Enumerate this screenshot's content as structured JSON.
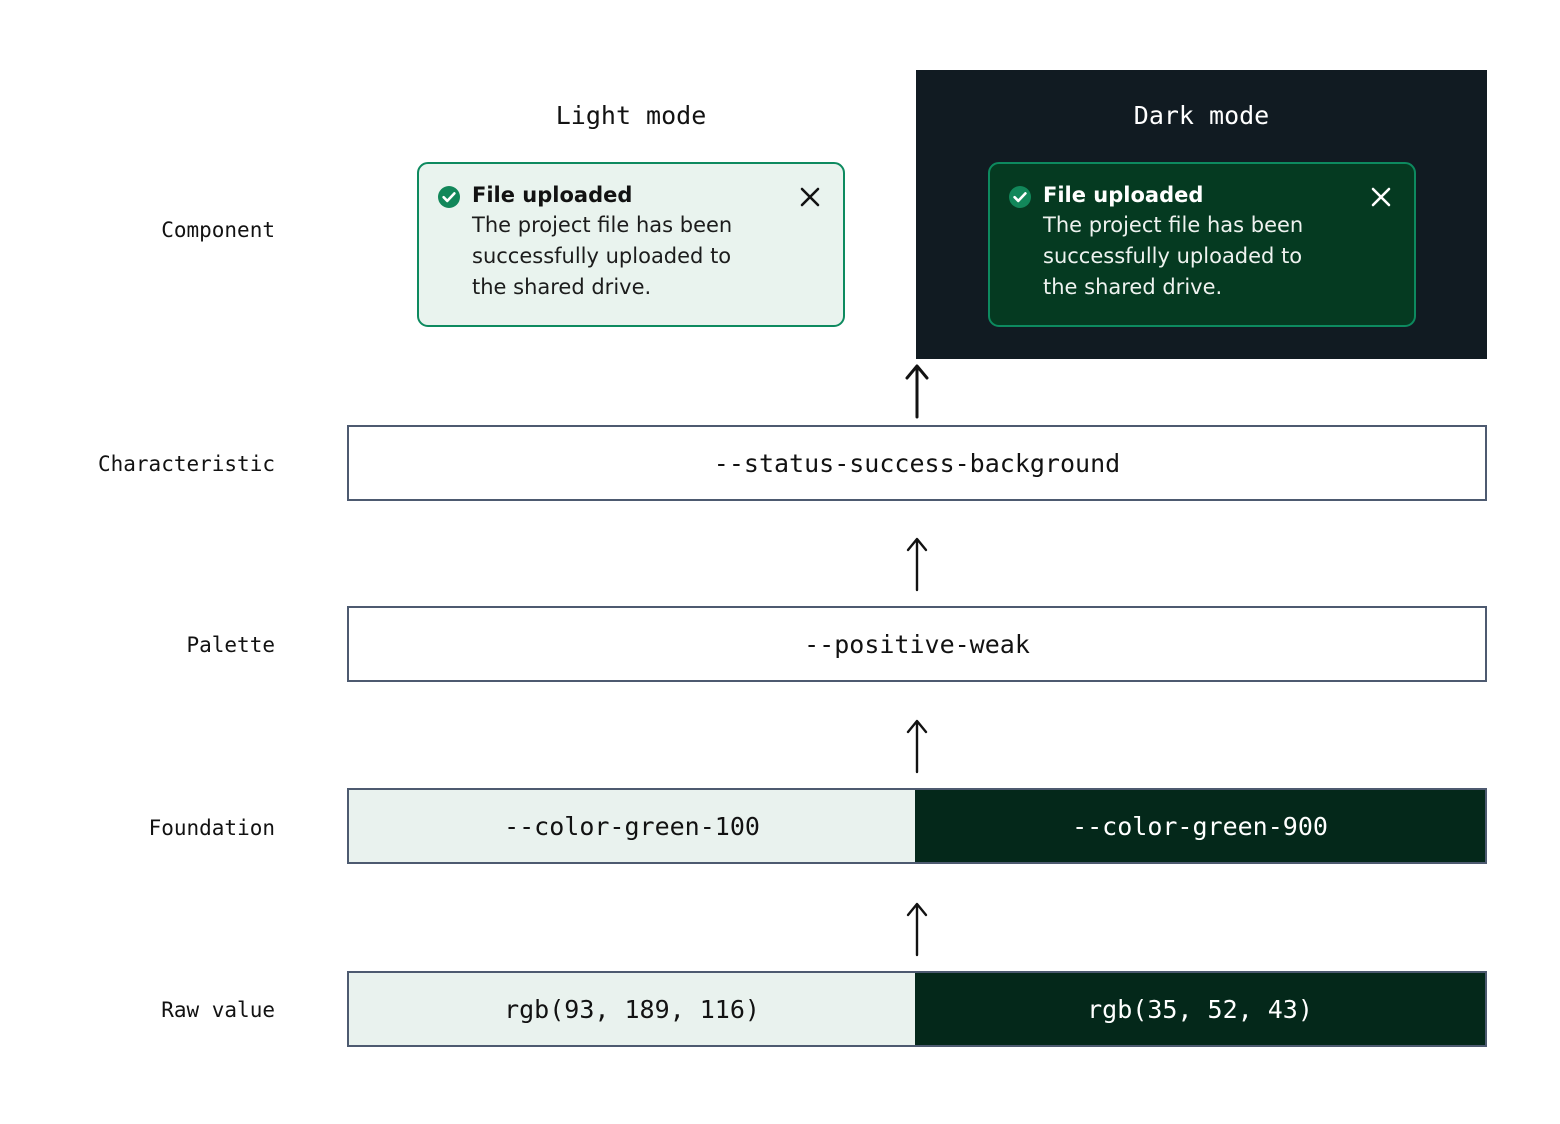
{
  "modes": {
    "light_label": "Light mode",
    "dark_label": "Dark mode"
  },
  "rows": {
    "component": "Component",
    "characteristic": "Characteristic",
    "palette": "Palette",
    "foundation": "Foundation",
    "raw_value": "Raw value"
  },
  "toast": {
    "title": "File uploaded",
    "message": "The project file has been successfully uploaded to the shared drive.",
    "success_icon": "check-circle-icon",
    "close_icon": "close-icon"
  },
  "tokens": {
    "characteristic": "--status-success-background",
    "palette": "--positive-weak",
    "foundation_light": "--color-green-100",
    "foundation_dark": "--color-green-900",
    "raw_light": "rgb(93, 189, 116)",
    "raw_dark": "rgb(35, 52, 43)"
  },
  "arrow_icon": "arrow-up-icon",
  "colors": {
    "success_green": "#0d8a5f",
    "icon_green": "#12875a",
    "box_border": "#4d5a70",
    "dark_panel_bg": "#111b22",
    "toast_light_bg": "#e9f3ee",
    "toast_dark_bg": "#053a21",
    "swatch_light": "#e9f2ee",
    "swatch_dark": "#04281a",
    "page_bg": "#ffffff",
    "text_dark": "#121212",
    "text_light": "#ffffff"
  }
}
